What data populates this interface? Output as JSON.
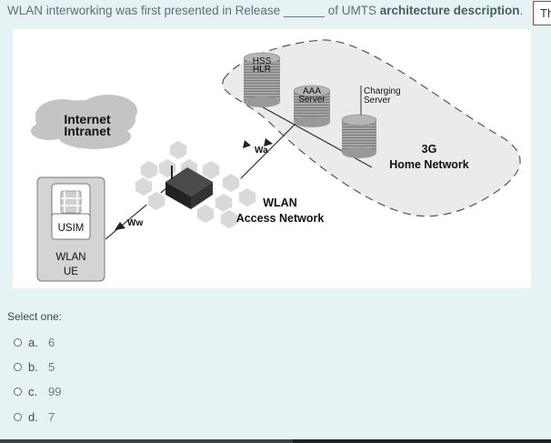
{
  "question": {
    "part1": "WLAN interworking was first presented in Release ",
    "blank": "______",
    "part2": " of UMTS ",
    "bold": "architecture description",
    "part3": "."
  },
  "side_tab": {
    "label": "Th"
  },
  "diagram": {
    "cloud_line1": "Internet",
    "cloud_line2": "Intranet",
    "hss_line1": "HSS",
    "hss_line2": "HLR",
    "aaa_line1": "AAA",
    "aaa_line2": "Server",
    "charging_line1": "Charging",
    "charging_line2": "Server",
    "home_line1": "3G",
    "home_line2": "Home Network",
    "wlan_line1": "WLAN",
    "wlan_line2": "Access Network",
    "usim": "USIM",
    "ue_line1": "WLAN",
    "ue_line2": "UE",
    "ww_label": "Ww",
    "wa_label": "Wa"
  },
  "prompt": "Select one:",
  "options": [
    {
      "letter": "a.",
      "value": "6"
    },
    {
      "letter": "b.",
      "value": "5"
    },
    {
      "letter": "c.",
      "value": "99"
    },
    {
      "letter": "d.",
      "value": "7"
    }
  ]
}
